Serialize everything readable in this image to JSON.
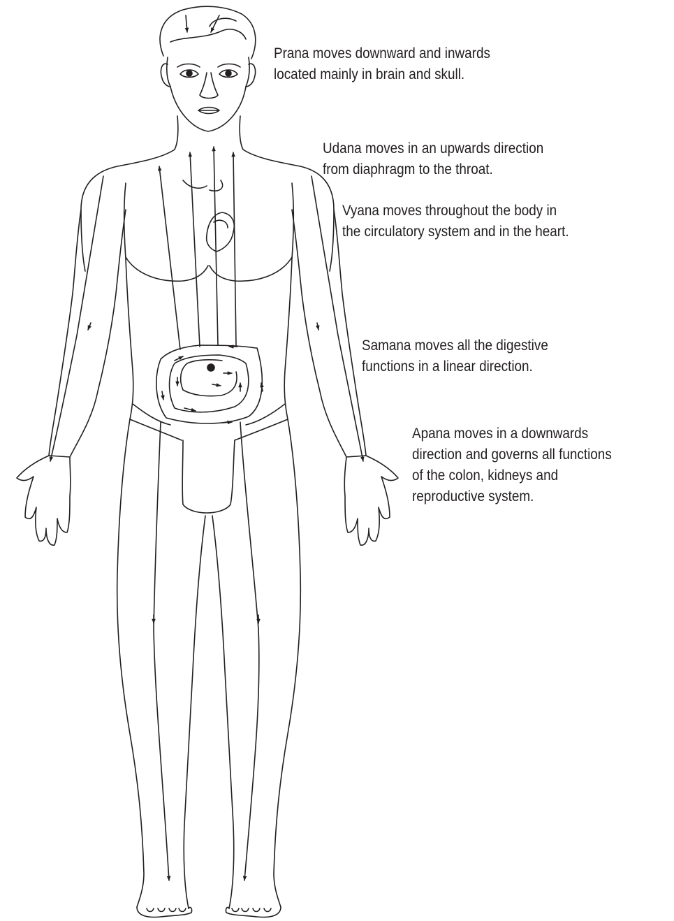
{
  "diagram": {
    "colors": {
      "line": "#231f20",
      "background": "#ffffff"
    },
    "figure": "human-body-outline",
    "captions": [
      {
        "key": "prana",
        "lines": [
          "Prana moves downward and inwards",
          "located mainly in brain and skull."
        ]
      },
      {
        "key": "udana",
        "lines": [
          "Udana moves in an upwards direction",
          "from diaphragm to the throat."
        ]
      },
      {
        "key": "vyana",
        "lines": [
          "Vyana moves throughout the body in",
          "the circulatory system and in the heart."
        ]
      },
      {
        "key": "samana",
        "lines": [
          "Samana moves all the digestive",
          "functions in a linear direction."
        ]
      },
      {
        "key": "apana",
        "lines": [
          "Apana moves in a downwards",
          "direction and governs all functions",
          "of the colon, kidneys and",
          "reproductive system."
        ]
      }
    ]
  }
}
